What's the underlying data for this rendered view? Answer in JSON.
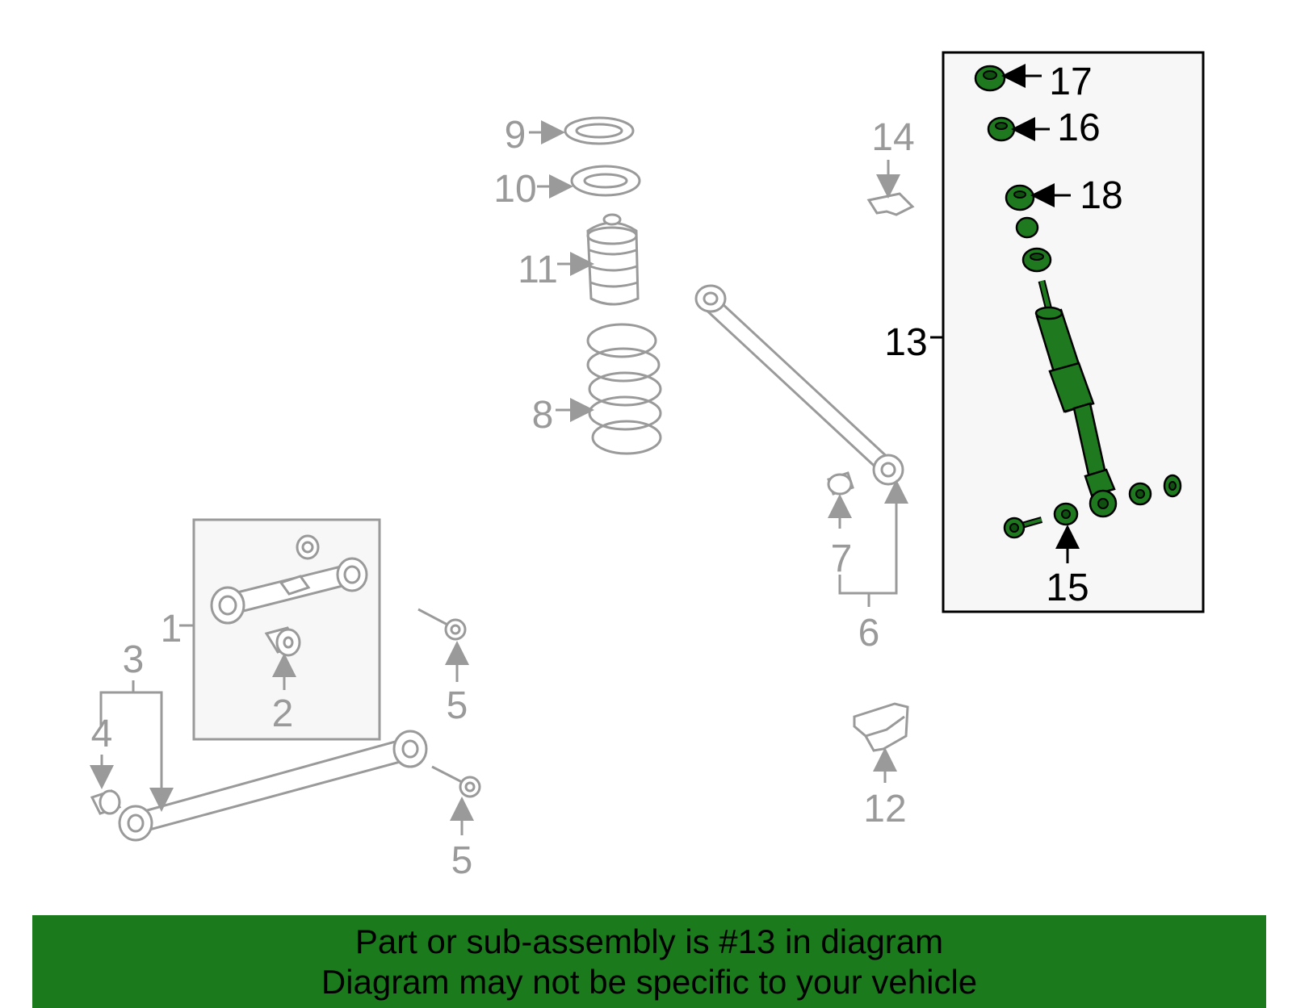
{
  "callouts": {
    "c1": "1",
    "c2": "2",
    "c3": "3",
    "c4": "4",
    "c5a": "5",
    "c5b": "5",
    "c6": "6",
    "c7": "7",
    "c8": "8",
    "c9": "9",
    "c10": "10",
    "c11": "11",
    "c12": "12",
    "c13": "13",
    "c14": "14",
    "c15": "15",
    "c16": "16",
    "c17": "17",
    "c18": "18"
  },
  "highlight": {
    "part_number": "13",
    "color": "#1f7a1f"
  },
  "colors": {
    "banner_bg": "#1b7a1b",
    "linework_gray": "#9a9a9a",
    "highlight_box_bg": "#f7f7f7"
  },
  "banner": {
    "line1": "Part or sub-assembly is #13 in diagram",
    "line2": "Diagram may not be specific to your vehicle"
  }
}
